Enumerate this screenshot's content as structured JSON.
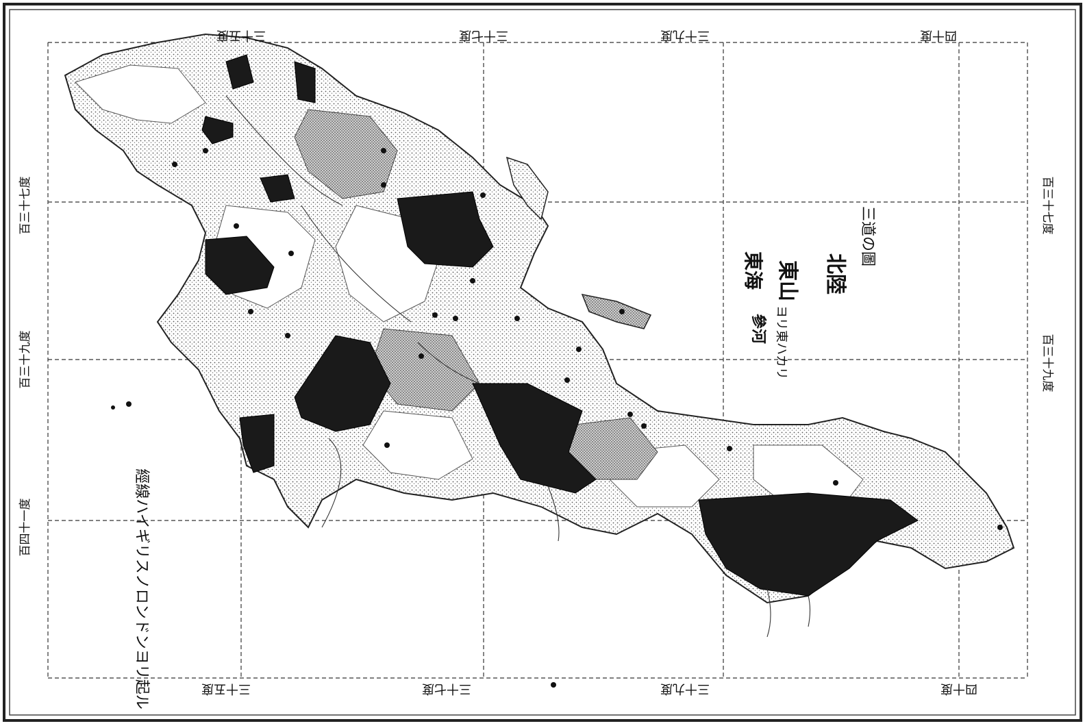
{
  "title": {
    "line1": "北陸",
    "line2": "東山",
    "line3": "東海",
    "suffix": "三道の圖",
    "prefix": "參河",
    "note": "ヨリ東ハカリ"
  },
  "latitude_labels": {
    "top": [
      "三十五度",
      "三十七度",
      "三十九度",
      "四十度"
    ],
    "bottom": [
      "三十五度",
      "三十七度",
      "三十九度",
      "四十度"
    ]
  },
  "longitude_labels": {
    "left": [
      "百三十七度",
      "百三十九度",
      "百四十一度"
    ],
    "right": [
      "百三十七度",
      "百三十九度"
    ]
  },
  "meridian_note": "經線ハイギリスノロンドンヨリ起ル",
  "colors": {
    "ink": "#111111",
    "paper": "#ffffff",
    "stipple": "#9a9a9a",
    "dark_region": "#1a1a1a"
  }
}
